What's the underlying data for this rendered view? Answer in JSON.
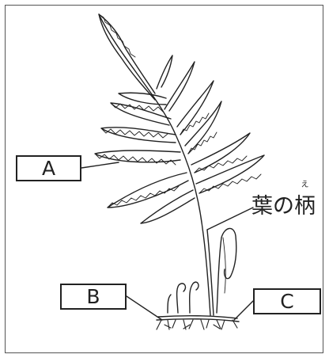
{
  "labels": {
    "a": "A",
    "b": "B",
    "c": "C",
    "petiole_main": "葉の",
    "petiole_kanji": "柄",
    "petiole_ruby": "え"
  },
  "colors": {
    "line": "#222222",
    "background": "#ffffff"
  }
}
